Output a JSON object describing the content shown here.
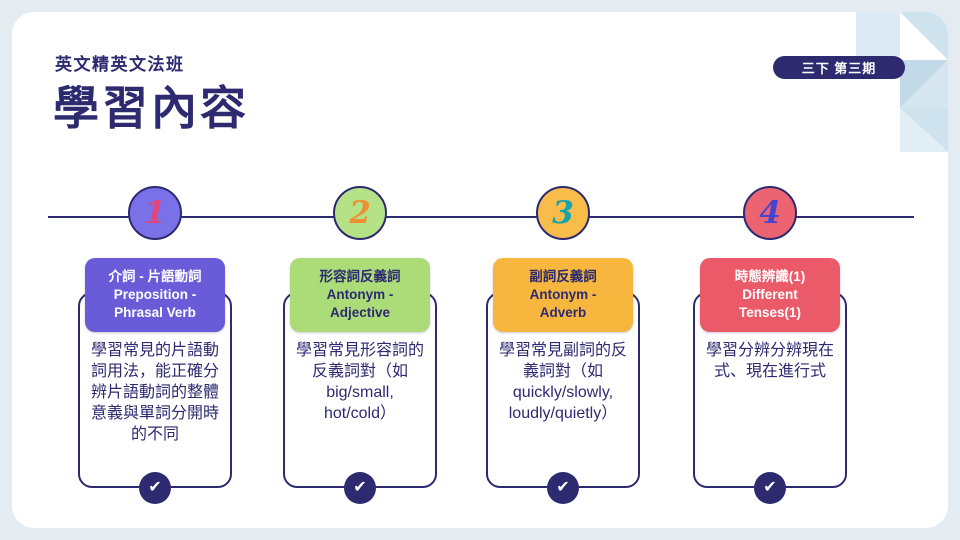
{
  "header": {
    "subtitle": "英文精英文法班",
    "title": "學習內容",
    "badge": "三下 第三期"
  },
  "colors": {
    "navy": "#2d2a70",
    "background": "#e4ecf2",
    "slide": "#ffffff",
    "pattern_light": "#ddeaf3",
    "pattern_dark": "#c2d9e8"
  },
  "icons": {
    "check": "✔"
  },
  "items": [
    {
      "number": "1",
      "number_color": "#e0457b",
      "circle_color": "#7a70e8",
      "header_bg": "#6a5cd8",
      "header_text": "#ffffff",
      "header_lines": [
        "介詞 - 片語動詞",
        "Preposition -",
        "Phrasal Verb"
      ],
      "body": "學習常見的片語動詞用法，能正確分辨片語動詞的整體意義與單詞分開時的不同"
    },
    {
      "number": "2",
      "number_color": "#ef8f35",
      "circle_color": "#b5e287",
      "header_bg": "#abdc78",
      "header_text": "#2d2a70",
      "header_lines": [
        "形容詞反義詞",
        "Antonym -",
        "Adjective"
      ],
      "body": "學習常見形容詞的反義詞對（如big/small, hot/cold）"
    },
    {
      "number": "3",
      "number_color": "#19a3ab",
      "circle_color": "#f7bc4a",
      "header_bg": "#f7b73e",
      "header_text": "#2d2a70",
      "header_lines": [
        "副詞反義詞",
        "Antonym -",
        "Adverb"
      ],
      "body": "學習常見副詞的反義詞對（如quickly/slowly, loudly/quietly）"
    },
    {
      "number": "4",
      "number_color": "#4745d0",
      "circle_color": "#ec6372",
      "header_bg": "#ea5a68",
      "header_text": "#ffffff",
      "header_lines": [
        "時態辨識(1)",
        "Different",
        "Tenses(1)"
      ],
      "body": "學習分辨分辨現在式、現在進行式"
    }
  ]
}
